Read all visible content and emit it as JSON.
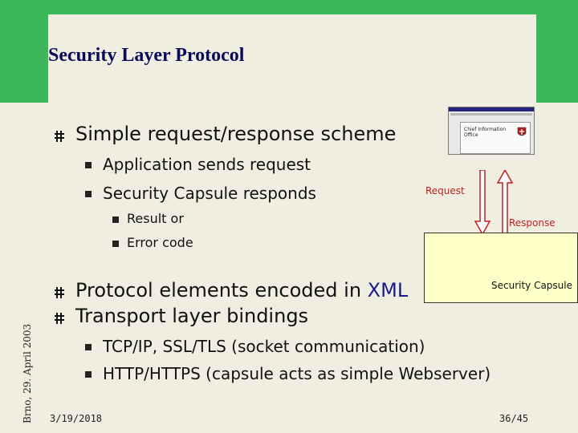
{
  "slide": {
    "title": "Security Layer Protocol",
    "side_date": "Brno, 29. April 2003",
    "footer_date": "3/19/2018",
    "page_number": "36/45"
  },
  "content": {
    "bullet1": "Simple request/response scheme",
    "bullet1_sub1": "Application sends request",
    "bullet1_sub2": "Security Capsule responds",
    "bullet1_sub2_sub1": "Result or",
    "bullet1_sub2_sub2": "Error code",
    "bullet2_prefix": "Protocol elements encoded in ",
    "bullet2_highlight": "XML",
    "bullet3": "Transport layer bindings",
    "bullet3_sub1": "TCP/IP, SSL/TLS  (socket communication)",
    "bullet3_sub2": "HTTP/HTTPS  (capsule acts as simple Webserver)"
  },
  "diagram": {
    "browser_text": "Chief Information Office",
    "request_label": "Request",
    "response_label": "Response",
    "capsule_label": "Security Capsule",
    "arrow_color": "#c02020",
    "capsule_color": "#ffffc8"
  },
  "colors": {
    "frame_green": "#3cb85a",
    "background": "#f0eee0",
    "title_color": "#0a0a5a"
  }
}
